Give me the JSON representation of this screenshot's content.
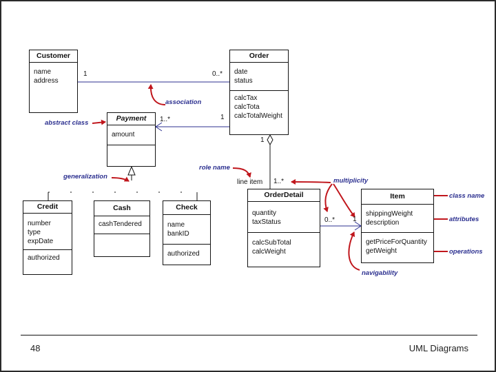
{
  "classes": {
    "customer": {
      "name": "Customer",
      "attributes": [
        "name",
        "address"
      ],
      "operations": []
    },
    "order": {
      "name": "Order",
      "attributes": [
        "date",
        "status"
      ],
      "operations": [
        "calcTax",
        "calcTota",
        "calcTotalWeight"
      ]
    },
    "payment": {
      "name": "Payment",
      "attributes": [
        "amount"
      ],
      "operations": []
    },
    "credit": {
      "name": "Credit",
      "attributes": [
        "number",
        "type",
        "expDate"
      ],
      "operations": [
        "authorized"
      ]
    },
    "cash": {
      "name": "Cash",
      "attributes": [
        "cashTendered"
      ],
      "operations": []
    },
    "check": {
      "name": "Check",
      "attributes": [
        "name",
        "bankID"
      ],
      "operations": [
        "authorized"
      ]
    },
    "orderdetail": {
      "name": "OrderDetail",
      "attributes": [
        "quantity",
        "taxStatus"
      ],
      "operations": [
        "calcSubTotal",
        "calcWeight"
      ]
    },
    "item": {
      "name": "Item",
      "attributes": [
        "shippingWeight",
        "description"
      ],
      "operations": [
        "getPriceForQuantity",
        "getWeight"
      ]
    }
  },
  "multiplicities": {
    "customer_order_customer_end": "1",
    "customer_order_order_end": "0..*",
    "order_payment_payment_end": "1..*",
    "order_payment_order_end": "1",
    "order_detail_order_end": "1",
    "order_detail_detail_end": "1..*",
    "detail_item_detail_end": "0..*",
    "detail_item_item_end": "1"
  },
  "role_label": "line item",
  "annotations": {
    "association": "association",
    "abstract_class": "abstract class",
    "generalization": "generalization",
    "role_name": "role name",
    "multiplicity": "multiplicity",
    "class_name": "class name",
    "attributes": "attributes",
    "operations": "operations",
    "navigability": "navigability"
  },
  "footer": {
    "page_number": "48",
    "title": "UML Diagrams"
  },
  "colors": {
    "association_line": "#2b2f8f",
    "annotation_arrow": "#c0161c",
    "annotation_text": "#2b2f8f",
    "border": "#111111"
  }
}
